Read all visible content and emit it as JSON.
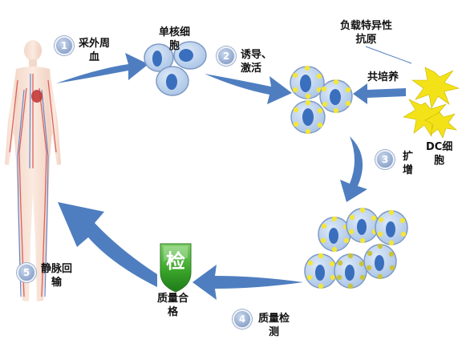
{
  "steps": [
    {
      "num": "1",
      "label_lines": [
        "采外周",
        "血"
      ]
    },
    {
      "num": "2",
      "label_lines": [
        "诱导、",
        "激活"
      ]
    },
    {
      "num": "3",
      "label_lines": [
        "扩",
        "增"
      ]
    },
    {
      "num": "4",
      "label_lines": [
        "质量检",
        "测"
      ]
    },
    {
      "num": "5",
      "label_lines": [
        "静脉回",
        "输"
      ]
    }
  ],
  "labels": {
    "monocyte": [
      "单核细",
      "胞"
    ],
    "antigen": [
      "负载特异性",
      "抗原"
    ],
    "coculture": "共培养",
    "dc": [
      "DC细",
      "胞"
    ],
    "qualified": [
      "质量合",
      "格"
    ]
  },
  "shield_char": "检",
  "colors": {
    "arrow_blue": "#4f7ec0",
    "cell_fill": "#b9d3ef",
    "nucleus": "#3a6fbd",
    "yellow_dot": "#f2e63a",
    "dc_yellow": "#f3e218",
    "shield_green": "#3aa52a"
  }
}
